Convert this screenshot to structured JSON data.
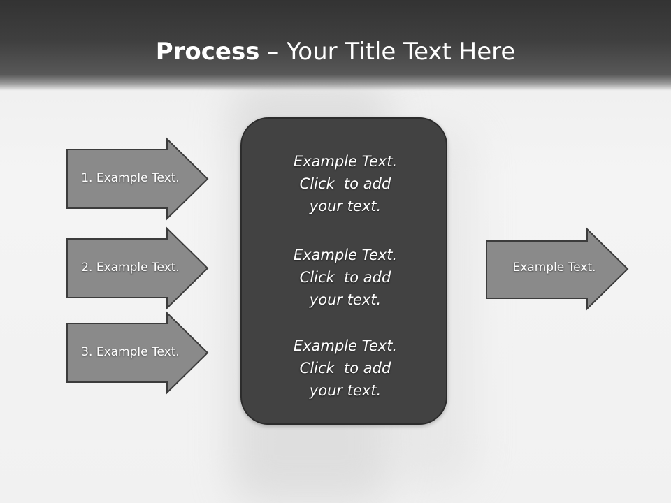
{
  "slide": {
    "title_bold": "Process",
    "title_rest": " – Your Title Text Here",
    "inputs": [
      {
        "label": "1. Example Text."
      },
      {
        "label": "2. Example Text."
      },
      {
        "label": "3. Example Text."
      }
    ],
    "center_blocks": [
      {
        "lines": [
          "Example Text.",
          "Click  to add",
          "your text."
        ]
      },
      {
        "lines": [
          "Example Text.",
          "Click  to add",
          "your text."
        ]
      },
      {
        "lines": [
          "Example Text.",
          "Click  to add",
          "your text."
        ]
      }
    ],
    "output": {
      "label": "Example Text."
    }
  },
  "colors": {
    "header": "#3a3a3a",
    "arrow_fill": "#8a8a8a",
    "arrow_stroke": "#3c3c3c",
    "center_box": "#424242"
  }
}
